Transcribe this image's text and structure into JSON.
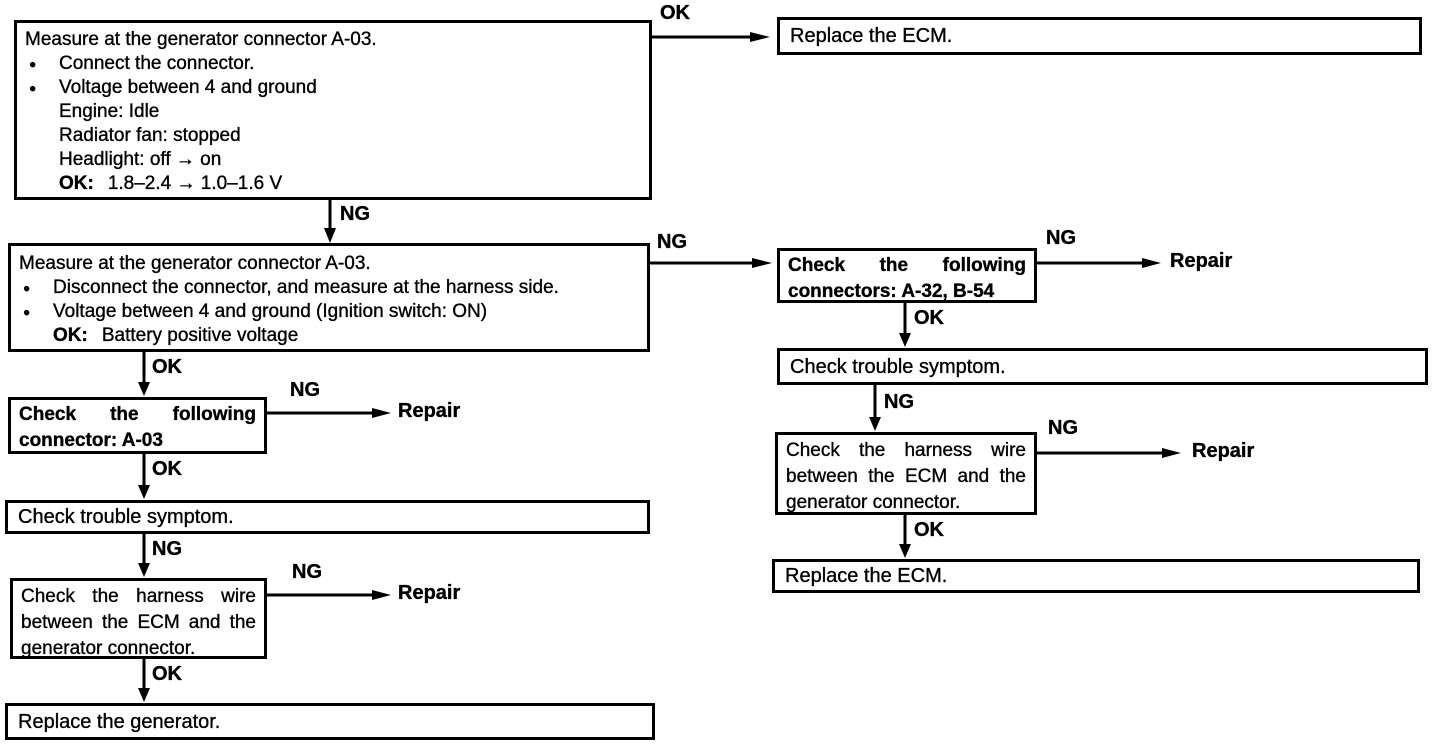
{
  "colors": {
    "ink": "#000000",
    "paper": "#ffffff"
  },
  "icons": {
    "bullet": "●"
  },
  "labels": {
    "ok": "OK",
    "ng": "NG",
    "repair": "Repair"
  },
  "boxes": {
    "measure_idle": {
      "title": "Measure at the generator connector A-03.",
      "bullet1": "Connect the connector.",
      "bullet2": "Voltage between 4 and ground",
      "cond1": "Engine: Idle",
      "cond2": "Radiator fan: stopped",
      "cond3": "Headlight: off → on",
      "ok_prefix": "OK:",
      "ok_value": "1.8–2.4 → 1.0–1.6 V"
    },
    "measure_harness": {
      "title": "Measure at the generator connector A-03.",
      "bullet1": "Disconnect the connector, and measure at the harness side.",
      "bullet2": "Voltage between 4 and ground (Ignition switch: ON)",
      "ok_prefix": "OK:",
      "ok_value": "Battery positive voltage"
    },
    "replace_ecm_top": {
      "text": "Replace the ECM."
    },
    "check_connector": {
      "line1": "Check the following",
      "line2": "connector: A-03"
    },
    "check_connectors": {
      "line1": "Check the following",
      "line2": "connectors: A-32, B-54"
    },
    "check_trouble_left": {
      "text": "Check trouble symptom."
    },
    "check_trouble_right": {
      "text": "Check trouble symptom."
    },
    "harness_left": {
      "line1": "Check the harness wire",
      "line2": "between the ECM and the",
      "line3": "generator connector."
    },
    "harness_right": {
      "line1": "Check the harness wire",
      "line2": "between the ECM and the",
      "line3": "generator connector."
    },
    "replace_generator": {
      "text": "Replace the generator."
    },
    "replace_ecm_bottom": {
      "text": "Replace the ECM."
    }
  }
}
